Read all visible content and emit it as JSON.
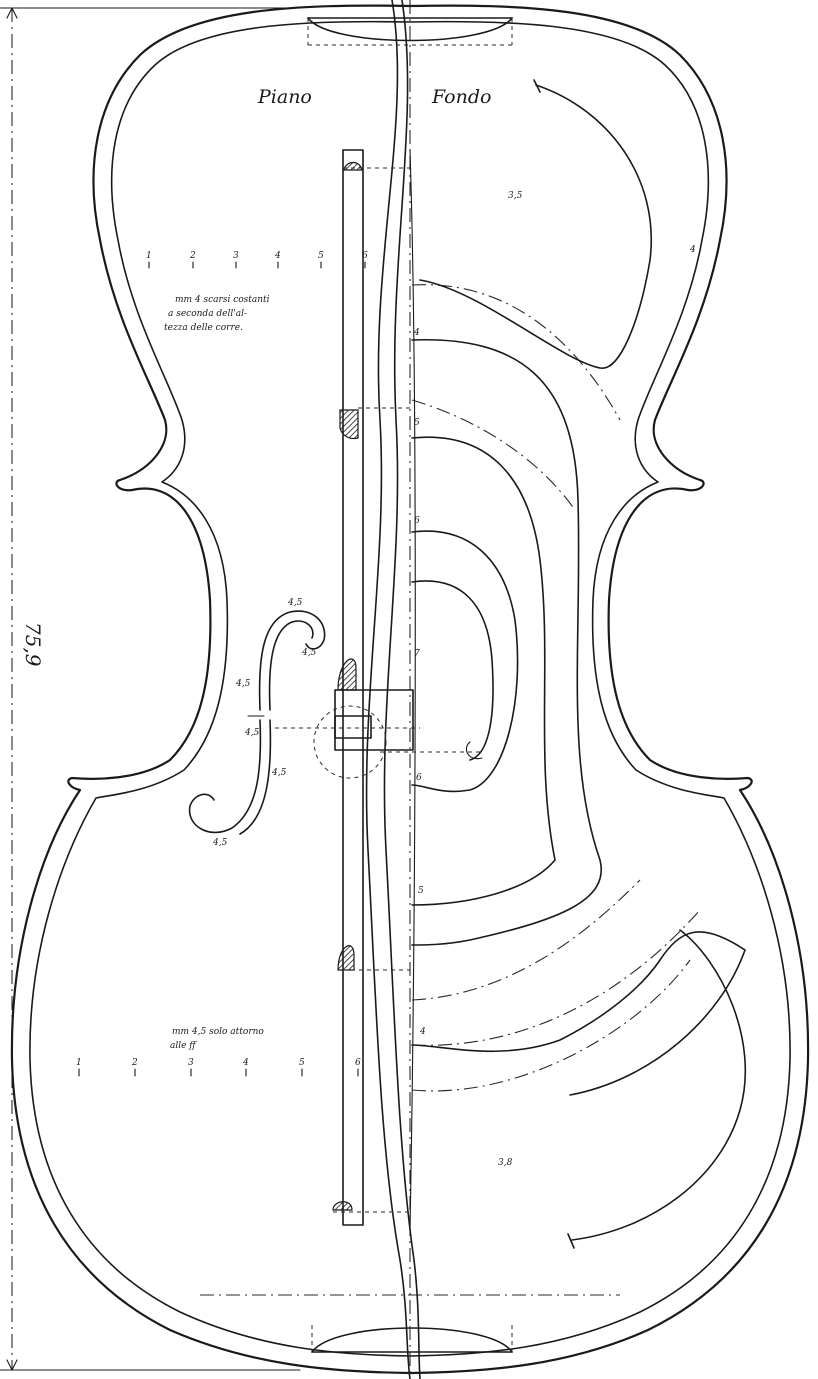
{
  "drawing": {
    "title_left": "Piano",
    "title_right": "Fondo",
    "total_length": "75,9",
    "upper_thickness": "3,5",
    "lower_thickness": "3,8",
    "note_top": [
      "mm 4 scarsi costanti",
      "a seconda dell'al-",
      "tezza delle corre."
    ],
    "note_bottom": [
      "mm 4,5 solo attorno",
      "alle ff"
    ],
    "scale_upper": [
      "1",
      "2",
      "3",
      "4",
      "5",
      "6"
    ],
    "scale_lower": [
      "1",
      "2",
      "3",
      "4",
      "5",
      "6"
    ],
    "contour_labels": [
      "4",
      "5",
      "6",
      "7",
      "6",
      "5",
      "4"
    ],
    "edge_label": "4",
    "ff_labels": [
      "4,5",
      "4,5",
      "4,5",
      "4,5",
      "4,5",
      "4,5"
    ]
  }
}
